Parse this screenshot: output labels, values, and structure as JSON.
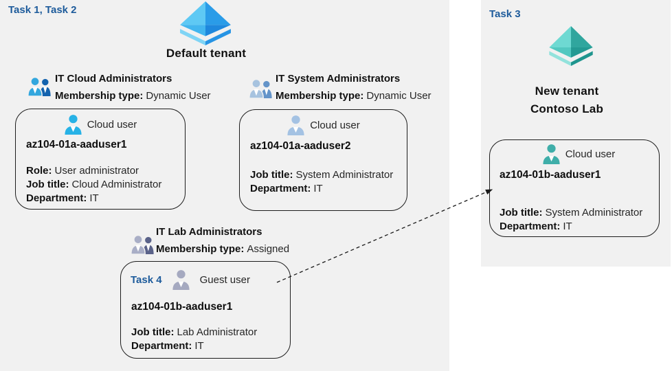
{
  "labels": {
    "task_left": "Task 1, Task 2",
    "task_right": "Task 3",
    "task_guest": "Task 4"
  },
  "tenants": {
    "default": {
      "name": "Default tenant"
    },
    "new": {
      "line1": "New tenant",
      "line2": "Contoso Lab"
    }
  },
  "groups": {
    "cloud": {
      "name": "IT Cloud Administrators",
      "membership_label": "Membership type:",
      "membership_value": "Dynamic User"
    },
    "system": {
      "name": "IT System Administrators",
      "membership_label": "Membership type:",
      "membership_value": "Dynamic User"
    },
    "lab": {
      "name": "IT Lab Administrators",
      "membership_label": "Membership type:",
      "membership_value": "Assigned"
    }
  },
  "users": {
    "cloud1": {
      "type": "Cloud user",
      "name": "az104-01a-aaduser1",
      "role_label": "Role:",
      "role": "User administrator",
      "job_label": "Job title:",
      "job": "Cloud Administrator",
      "dept_label": "Department:",
      "dept": "IT"
    },
    "cloud2": {
      "type": "Cloud user",
      "name": "az104-01a-aaduser2",
      "job_label": "Job title:",
      "job": "System Administrator",
      "dept_label": "Department:",
      "dept": "IT"
    },
    "guest": {
      "type": "Guest user",
      "name": "az104-01b-aaduser1",
      "job_label": "Job title:",
      "job": "Lab Administrator",
      "dept_label": "Department:",
      "dept": "IT"
    },
    "newtenant": {
      "type": "Cloud user",
      "name": "az104-01b-aaduser1",
      "job_label": "Job title:",
      "job": "System Administrator",
      "dept_label": "Department:",
      "dept": "IT"
    }
  },
  "colors": {
    "panel_background": "#f1f1f1",
    "task_label_blue": "#1d5b9b",
    "tenant_icon_blue_light": "#5ec9f4",
    "tenant_icon_blue_dark": "#1e88dd",
    "tenant_icon_teal_light": "#6ed9d2",
    "tenant_icon_teal_dark": "#249a93",
    "user_icon_cloud": "#27b2e6",
    "user_icon_system": "#a4c2e3",
    "user_icon_guest": "#a5a9c0",
    "user_icon_new_tenant": "#3faea9",
    "group_icon_cloud_large": "#33a7de",
    "group_icon_cloud_small": "#1463ae",
    "group_icon_system_large": "#a7c3df",
    "group_icon_system_small": "#6494c9",
    "group_icon_lab_large": "#a9aec6",
    "group_icon_lab_small": "#5a6289",
    "arrow": "#1a1a1a"
  }
}
